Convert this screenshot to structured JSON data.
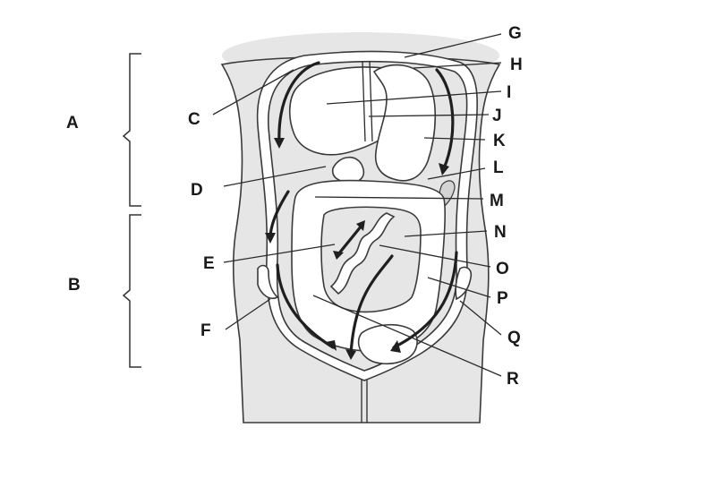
{
  "regions": [
    {
      "id": "A",
      "label": "A"
    },
    {
      "id": "B",
      "label": "B"
    }
  ],
  "labels": [
    {
      "id": "C",
      "label": "C"
    },
    {
      "id": "D",
      "label": "D"
    },
    {
      "id": "E",
      "label": "E"
    },
    {
      "id": "F",
      "label": "F"
    },
    {
      "id": "G",
      "label": "G"
    },
    {
      "id": "H",
      "label": "H"
    },
    {
      "id": "I",
      "label": "I"
    },
    {
      "id": "J",
      "label": "J"
    },
    {
      "id": "K",
      "label": "K"
    },
    {
      "id": "L",
      "label": "L"
    },
    {
      "id": "M",
      "label": "M"
    },
    {
      "id": "N",
      "label": "N"
    },
    {
      "id": "O",
      "label": "O"
    },
    {
      "id": "P",
      "label": "P"
    },
    {
      "id": "Q",
      "label": "Q"
    },
    {
      "id": "R",
      "label": "R"
    }
  ],
  "colors": {
    "body": "#e6e6e6",
    "organ": "#ffffff",
    "outline": "#3a3a3a",
    "text": "#1a1a1a"
  }
}
